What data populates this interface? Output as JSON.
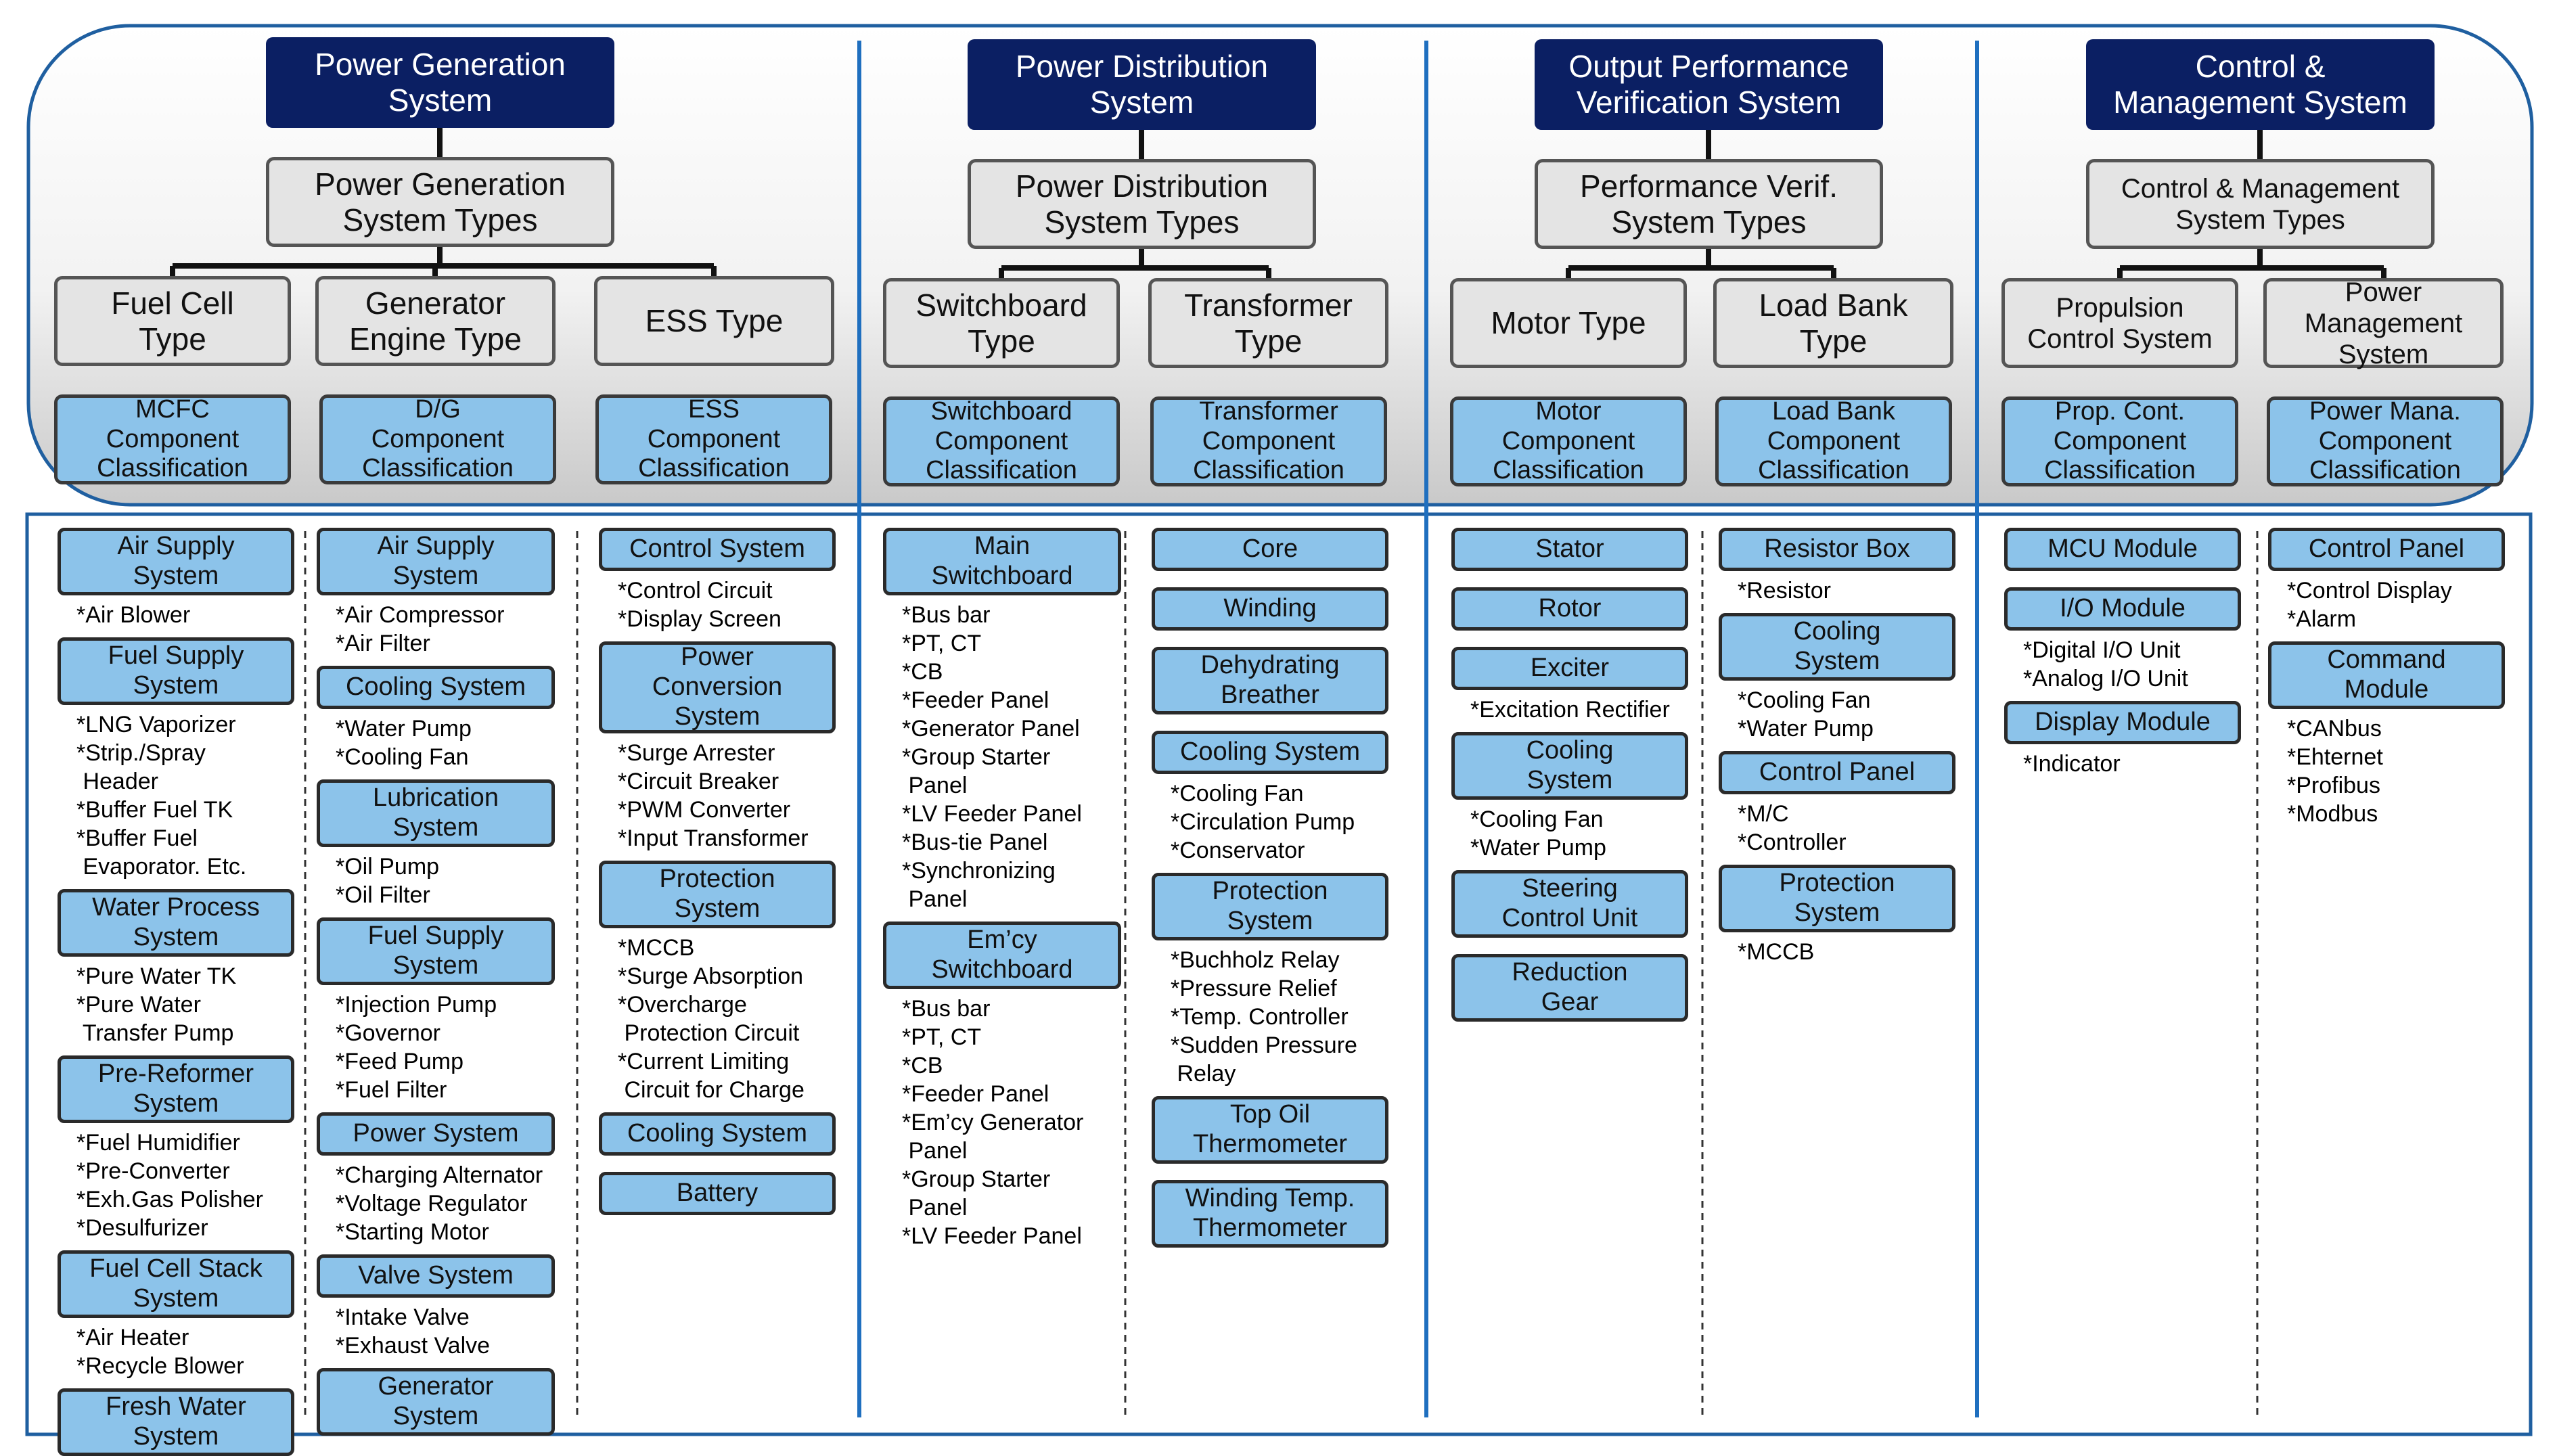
{
  "systems": [
    {
      "title": "Power Generation\nSystem",
      "types_title": "Power Generation\nSystem Types",
      "subtypes": [
        {
          "label": "Fuel Cell\nType",
          "classification": "MCFC\nComponent\nClassification"
        },
        {
          "label": "Generator\nEngine Type",
          "classification": "D/G\nComponent\nClassification"
        },
        {
          "label": "ESS Type",
          "classification": "ESS\nComponent\nClassification"
        }
      ]
    },
    {
      "title": "Power Distribution\nSystem",
      "types_title": "Power Distribution\nSystem Types",
      "subtypes": [
        {
          "label": "Switchboard\nType",
          "classification": "Switchboard\nComponent\nClassification"
        },
        {
          "label": "Transformer\nType",
          "classification": "Transformer\nComponent\nClassification"
        }
      ]
    },
    {
      "title": "Output Performance\nVerification System",
      "types_title": "Performance Verif.\nSystem Types",
      "subtypes": [
        {
          "label": "Motor Type",
          "classification": "Motor\nComponent\nClassification"
        },
        {
          "label": "Load Bank\nType",
          "classification": "Load Bank\nComponent\nClassification"
        }
      ]
    },
    {
      "title": "Control &\nManagement System",
      "types_title": "Control & Management\nSystem Types",
      "subtypes": [
        {
          "label": "Propulsion\nControl System",
          "classification": "Prop. Cont.\nComponent\nClassification"
        },
        {
          "label": "Power\nManagement\nSystem",
          "classification": "Power Mana.\nComponent\nClassification"
        }
      ]
    }
  ],
  "columns": [
    [
      {
        "label": "Air Supply\nSystem",
        "details": "*Air Blower"
      },
      {
        "label": "Fuel Supply\nSystem",
        "details": "*LNG Vaporizer\n*Strip./Spray\n Header\n*Buffer Fuel TK\n*Buffer Fuel\n Evaporator. Etc."
      },
      {
        "label": "Water Process\nSystem",
        "details": "*Pure Water TK\n*Pure Water\n Transfer Pump"
      },
      {
        "label": "Pre-Reformer\nSystem",
        "details": "*Fuel Humidifier\n*Pre-Converter\n*Exh.Gas Polisher\n*Desulfurizer"
      },
      {
        "label": "Fuel Cell Stack\nSystem",
        "details": "*Air Heater\n*Recycle Blower"
      },
      {
        "label": "Fresh Water\nSystem",
        "details": ""
      }
    ],
    [
      {
        "label": "Air Supply\nSystem",
        "details": "*Air Compressor\n*Air Filter"
      },
      {
        "label": "Cooling System",
        "details": "*Water Pump\n*Cooling Fan"
      },
      {
        "label": "Lubrication\nSystem",
        "details": "*Oil Pump\n*Oil Filter"
      },
      {
        "label": "Fuel Supply\nSystem",
        "details": "*Injection Pump\n*Governor\n*Feed Pump\n*Fuel Filter"
      },
      {
        "label": "Power System",
        "details": "*Charging Alternator\n*Voltage Regulator\n*Starting Motor"
      },
      {
        "label": "Valve System",
        "details": "*Intake Valve\n*Exhaust Valve"
      },
      {
        "label": "Generator\nSystem",
        "details": ""
      }
    ],
    [
      {
        "label": "Control System",
        "details": "*Control Circuit\n*Display Screen"
      },
      {
        "label": "Power\nConversion\nSystem",
        "details": "*Surge Arrester\n*Circuit Breaker\n*PWM Converter\n*Input Transformer"
      },
      {
        "label": "Protection\nSystem",
        "details": "*MCCB\n*Surge Absorption\n*Overcharge\n Protection Circuit\n*Current Limiting\n Circuit for Charge"
      },
      {
        "label": "Cooling System",
        "details": ""
      },
      {
        "label": "Battery",
        "details": ""
      }
    ],
    [
      {
        "label": "Main\nSwitchboard",
        "details": "*Bus bar\n*PT, CT\n*CB\n*Feeder Panel\n*Generator Panel\n*Group Starter\n Panel\n*LV Feeder Panel\n*Bus-tie Panel\n*Synchronizing\n Panel"
      },
      {
        "label": "Em’cy\nSwitchboard",
        "details": "*Bus bar\n*PT, CT\n*CB\n*Feeder Panel\n*Em’cy Generator\n Panel\n*Group Starter\n Panel\n*LV Feeder Panel"
      }
    ],
    [
      {
        "label": "Core",
        "details": ""
      },
      {
        "label": "Winding",
        "details": ""
      },
      {
        "label": "Dehydrating\nBreather",
        "details": ""
      },
      {
        "label": "Cooling System",
        "details": "*Cooling Fan\n*Circulation Pump\n*Conservator"
      },
      {
        "label": "Protection\nSystem",
        "details": "*Buchholz Relay\n*Pressure Relief\n*Temp. Controller\n*Sudden Pressure\n Relay"
      },
      {
        "label": "Top Oil\nThermometer",
        "details": ""
      },
      {
        "label": "Winding Temp.\nThermometer",
        "details": ""
      }
    ],
    [
      {
        "label": "Stator",
        "details": ""
      },
      {
        "label": "Rotor",
        "details": ""
      },
      {
        "label": "Exciter",
        "details": "*Excitation Rectifier"
      },
      {
        "label": "Cooling\nSystem",
        "details": "*Cooling Fan\n*Water Pump"
      },
      {
        "label": "Steering\nControl Unit",
        "details": ""
      },
      {
        "label": "Reduction\nGear",
        "details": ""
      }
    ],
    [
      {
        "label": "Resistor Box",
        "details": "*Resistor"
      },
      {
        "label": "Cooling\nSystem",
        "details": "*Cooling Fan\n*Water Pump"
      },
      {
        "label": "Control Panel",
        "details": "*M/C\n*Controller"
      },
      {
        "label": "Protection\nSystem",
        "details": "*MCCB"
      }
    ],
    [
      {
        "label": "MCU Module",
        "details": ""
      },
      {
        "label": "I/O Module",
        "details": "*Digital I/O Unit\n*Analog I/O Unit"
      },
      {
        "label": "Display Module",
        "details": "*Indicator"
      }
    ],
    [
      {
        "label": "Control Panel",
        "details": "*Control Display\n*Alarm"
      },
      {
        "label": "Command\nModule",
        "details": "*CANbus\n*Ehternet\n*Profibus\n*Modbus"
      }
    ]
  ]
}
